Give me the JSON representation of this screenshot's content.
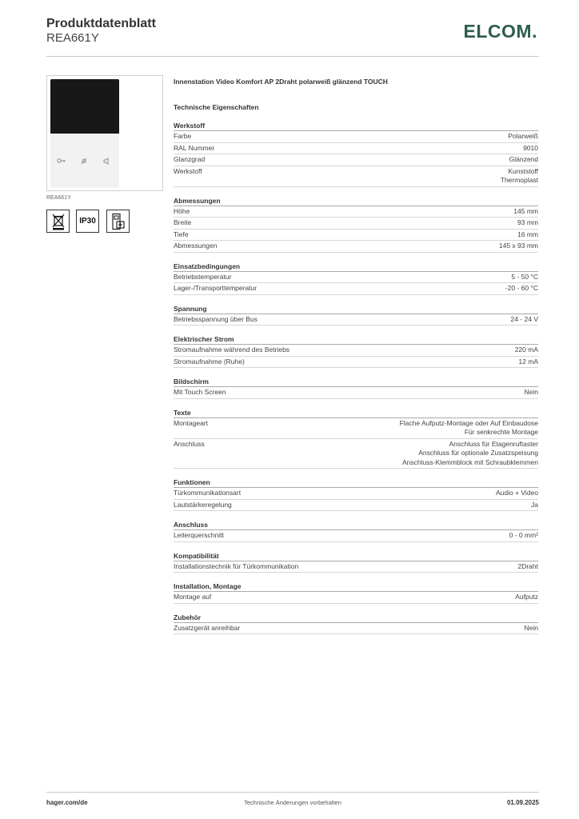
{
  "header": {
    "title": "Produktdatenblatt",
    "subtitle": "REA661Y",
    "logo": "ELCOM."
  },
  "product": {
    "caption": "REA661Y",
    "device_icons": [
      "key-icon",
      "bell-off-icon",
      "speaker-icon"
    ],
    "certifications": [
      "weee-bin-icon",
      "IP30",
      "building-installation-icon"
    ],
    "cert_ip_label": "IP30"
  },
  "spec": {
    "title": "Innenstation Video Komfort AP 2Draht polarweiß glänzend TOUCH",
    "heading": "Technische Eigenschaften",
    "sections": [
      {
        "title": "Werkstoff",
        "rows": [
          {
            "label": "Farbe",
            "value": [
              "Polarweiß"
            ]
          },
          {
            "label": "RAL Nummer",
            "value": [
              "9010"
            ]
          },
          {
            "label": "Glanzgrad",
            "value": [
              "Glänzend"
            ]
          },
          {
            "label": "Werkstoff",
            "value": [
              "Kunststoff",
              "Thermoplast"
            ]
          }
        ]
      },
      {
        "title": "Abmessungen",
        "rows": [
          {
            "label": "Höhe",
            "value": [
              "145 mm"
            ]
          },
          {
            "label": "Breite",
            "value": [
              "93 mm"
            ]
          },
          {
            "label": "Tiefe",
            "value": [
              "16 mm"
            ]
          },
          {
            "label": "Abmessungen",
            "value": [
              "145 x 93 mm"
            ]
          }
        ]
      },
      {
        "title": "Einsatzbedingungen",
        "rows": [
          {
            "label": "Betriebstemperatur",
            "value": [
              "5 - 50 °C"
            ]
          },
          {
            "label": "Lager-/Transporttemperatur",
            "value": [
              "-20 - 60 °C"
            ]
          }
        ]
      },
      {
        "title": "Spannung",
        "rows": [
          {
            "label": "Betriebsspannung über Bus",
            "value": [
              "24 - 24 V"
            ]
          }
        ]
      },
      {
        "title": "Elektrischer Strom",
        "rows": [
          {
            "label": "Stromaufnahme während des Betriebs",
            "value": [
              "220 mA"
            ]
          },
          {
            "label": "Stromaufnahme (Ruhe)",
            "value": [
              "12 mA"
            ]
          }
        ]
      },
      {
        "title": "Bildschirm",
        "rows": [
          {
            "label": "Mit Touch Screen",
            "value": [
              "Nein"
            ]
          }
        ]
      },
      {
        "title": "Texte",
        "rows": [
          {
            "label": "Montageart",
            "value": [
              "Flache Aufputz-Montage oder Auf Einbaudose",
              "Für senkrechte Montage"
            ]
          },
          {
            "label": "Anschluss",
            "value": [
              "Anschluss für Etagenruftaster",
              "Anschluss für optionale Zusatzspeisung",
              "Anschluss-Klemmblock mit Schraubklemmen"
            ]
          }
        ]
      },
      {
        "title": "Funktionen",
        "rows": [
          {
            "label": "Türkommunikationsart",
            "value": [
              "Audio + Video"
            ]
          },
          {
            "label": "Lautstärkeregelung",
            "value": [
              "Ja"
            ]
          }
        ]
      },
      {
        "title": "Anschluss",
        "rows": [
          {
            "label": "Leiterquerschnitt",
            "value": [
              "0 - 0 mm²"
            ]
          }
        ]
      },
      {
        "title": "Kompatibilität",
        "rows": [
          {
            "label": "Installationstechnik für Türkommunikation",
            "value": [
              "2Draht"
            ]
          }
        ]
      },
      {
        "title": "Installation, Montage",
        "rows": [
          {
            "label": "Montage auf",
            "value": [
              "Aufputz"
            ]
          }
        ]
      },
      {
        "title": "Zubehör",
        "rows": [
          {
            "label": "Zusatzgerät anreihbar",
            "value": [
              "Nein"
            ]
          }
        ]
      }
    ]
  },
  "footer": {
    "left": "hager.com/de",
    "center": "Technische Änderungen vorbehalten",
    "right": "01.09.2025"
  },
  "colors": {
    "logo": "#2f5d4f",
    "screen": "#181818",
    "divider": "#d6d6d6"
  }
}
